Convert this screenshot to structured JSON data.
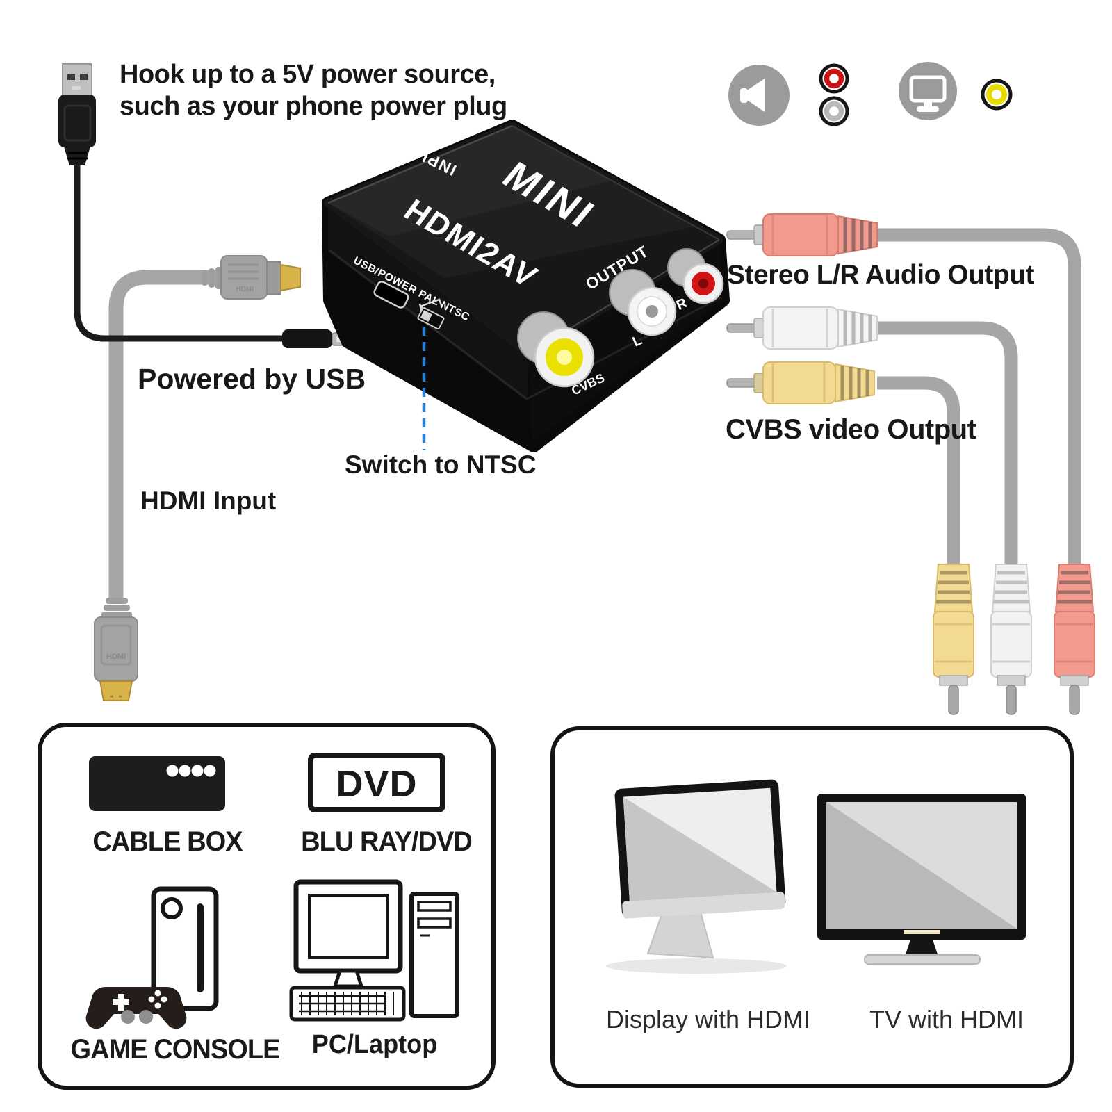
{
  "annotations": {
    "power_note_line1": "Hook up to a 5V power source,",
    "power_note_line2": "such as your phone power plug",
    "powered_by_usb": "Powered by USB",
    "hdmi_input": "HDMI Input",
    "switch_to_ntsc": "Switch to NTSC",
    "stereo_audio_output": "Stereo L/R Audio Output",
    "cvbs_video_output": "CVBS video Output"
  },
  "converter": {
    "brand": "MINI",
    "model": "HDMI2AV",
    "input_label": "INPUT",
    "output_label": "OUTPUT",
    "front_panel_label": "USB/POWER PAL NTSC",
    "jacks": {
      "video": "CVBS",
      "audio_left": "L",
      "audio_right": "R"
    }
  },
  "hdmi_plug_label": "HDMI",
  "sources_panel": {
    "cable_box": "CABLE BOX",
    "blu_ray": "BLU RAY/DVD",
    "dvd_badge": "DVD",
    "game_console": "GAME CONSOLE",
    "pc_laptop": "PC/Laptop"
  },
  "displays_panel": {
    "display": "Display with HDMI",
    "tv": "TV with HDMI"
  },
  "icons": {
    "speaker": "speaker-icon",
    "audio_rca_red": "rca-red-port-icon",
    "audio_rca_white": "rca-white-port-icon",
    "display": "display-icon",
    "video_rca_yellow": "rca-yellow-port-icon"
  },
  "colors": {
    "rca_red": "#cc1414",
    "rca_white": "#f4f4f4",
    "rca_yellow": "#e9e000",
    "cable_gray": "#a6a6a6",
    "gold": "#d8b34a",
    "accent_blue": "#2a7fd4"
  }
}
